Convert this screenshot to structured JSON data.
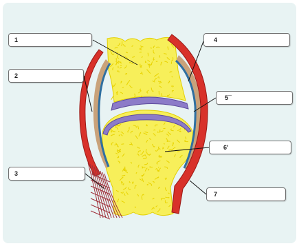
{
  "figure": {
    "labels": [
      {
        "id": 1,
        "text": "1"
      },
      {
        "id": 2,
        "text": "2"
      },
      {
        "id": 3,
        "text": "3"
      },
      {
        "id": 4,
        "text": "4"
      },
      {
        "id": 5,
        "text": "5¯"
      },
      {
        "id": 6,
        "text": "6'"
      },
      {
        "id": 7,
        "text": "7"
      }
    ],
    "colors": {
      "background": "#e8f3f3",
      "bone": "#f7ef5a",
      "bone_texture": "#e8d300",
      "capsule": "#d8312a",
      "synovial_layer": "#2f6fa0",
      "synovial_fluid_zone": "#c9a27a",
      "cartilage": "#8c7bc8",
      "ligament": "#a0303a"
    }
  }
}
